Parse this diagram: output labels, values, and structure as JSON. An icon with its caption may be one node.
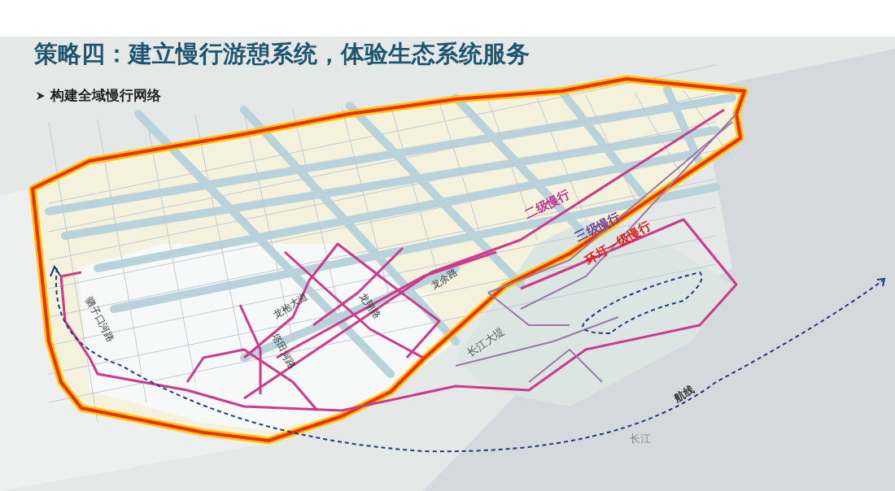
{
  "diagram": {
    "title": "策略四：建立慢行游憩系统，体验生态系统服务",
    "labels": [
      "构建全域慢行网络",
      "二级慢行",
      "三级慢行",
      "环圩一级慢行",
      "龙余路",
      "龙袍大道",
      "龙翔路",
      "驷子口河路",
      "塔田河路",
      "长江大堤",
      "航线",
      "长江"
    ]
  }
}
